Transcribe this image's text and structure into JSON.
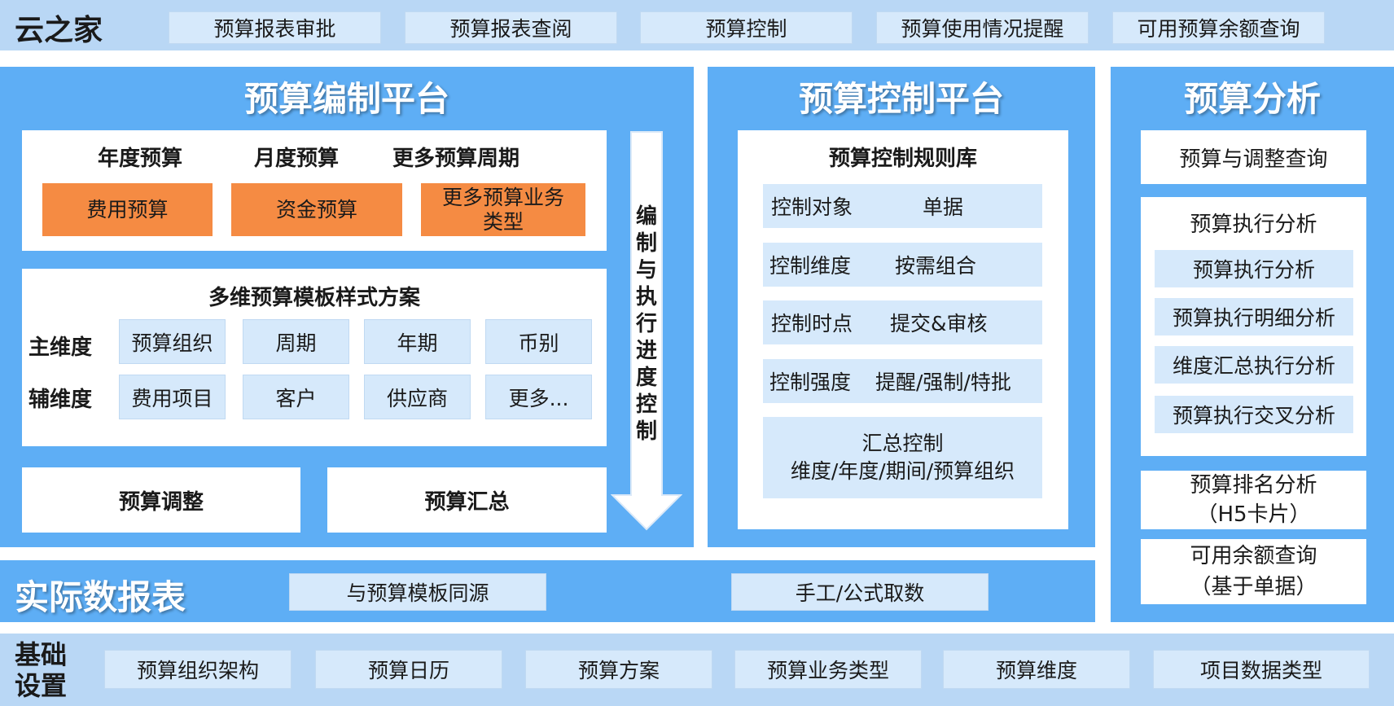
{
  "header": {
    "brand": "云之家",
    "items": [
      "预算报表审批",
      "预算报表查阅",
      "预算控制",
      "预算使用情况提醒",
      "可用预算余额查询"
    ]
  },
  "compile": {
    "title": "预算编制平台",
    "periods": [
      "年度预算",
      "月度预算",
      "更多预算周期"
    ],
    "types": [
      "费用预算",
      "资金预算",
      "更多预算业务类型"
    ],
    "template": {
      "title": "多维预算模板样式方案",
      "main_label": "主维度",
      "main_dims": [
        "预算组织",
        "周期",
        "年期",
        "币别"
      ],
      "aux_label": "辅维度",
      "aux_dims": [
        "费用项目",
        "客户",
        "供应商",
        "更多..."
      ]
    },
    "adjust": "预算调整",
    "summary": "预算汇总",
    "arrow_text": "编制与执行进度控制"
  },
  "control": {
    "title": "预算控制平台",
    "library_title": "预算控制规则库",
    "rules": [
      {
        "key": "控制对象",
        "value": "单据"
      },
      {
        "key": "控制维度",
        "value": "按需组合"
      },
      {
        "key": "控制时点",
        "value": "提交&审核"
      },
      {
        "key": "控制强度",
        "value": "提醒/强制/特批"
      }
    ],
    "summary_line1": "汇总控制",
    "summary_line2": "维度/年度/期间/预算组织"
  },
  "analysis": {
    "title": "预算分析",
    "query": "预算与调整查询",
    "exec_title": "预算执行分析",
    "exec_items": [
      "预算执行分析",
      "预算执行明细分析",
      "维度汇总执行分析",
      "预算执行交叉分析"
    ],
    "ranking_line1": "预算排名分析",
    "ranking_line2": "（H5卡片）",
    "balance_line1": "可用余额查询",
    "balance_line2": "（基于单据）"
  },
  "actual": {
    "title": "实际数报表",
    "items": [
      "与预算模板同源",
      "手工/公式取数"
    ]
  },
  "base": {
    "title_line1": "基础",
    "title_line2": "设置",
    "items": [
      "预算组织架构",
      "预算日历",
      "预算方案",
      "预算业务类型",
      "预算维度",
      "项目数据类型"
    ]
  }
}
